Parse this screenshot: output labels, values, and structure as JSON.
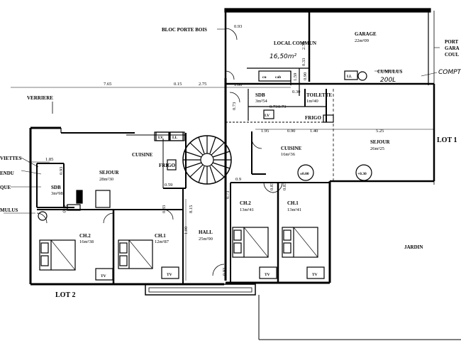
{
  "rooms": {
    "bloc_porte_bois": "BLOC PORTE BOIS",
    "local_commun": {
      "name": "LOCAL COMMUN",
      "handwritten_area": "16,50m²"
    },
    "garage": {
      "name": "GARAGE",
      "area": "22m²09"
    },
    "porte_garage_partial": [
      "PORT",
      "GARA",
      "COUL"
    ],
    "cumulus_right": {
      "name": "CUMULUS",
      "handwritten": "200L"
    },
    "compteur_partial": "COMPT",
    "verriere": "VERRIERE",
    "sdb_top": {
      "name": "SDB",
      "area": "3m²54"
    },
    "toilette": {
      "name": "TOILETTE",
      "area": "1m²40"
    },
    "frigo_right": "FRIGO",
    "cuisine_left": "CUISINE",
    "frigo_left": "FRIGO",
    "sejour_left": {
      "name": "SEJOUR",
      "area": "28m²30"
    },
    "sdb_left": {
      "name": "SDB",
      "area": "3m²98"
    },
    "cuisine_right": {
      "name": "CUISINE",
      "area": "16m²36"
    },
    "sejour_right": {
      "name": "SEJOUR",
      "area": "26m²25"
    },
    "lot1": "LOT 1",
    "lot2": "LOT 2",
    "ch2_left": {
      "name": "CH.2",
      "area": "16m²38"
    },
    "ch1_left": {
      "name": "CH.1",
      "area": "12m²87"
    },
    "hall": {
      "name": "HALL",
      "area": "25m²90"
    },
    "ch2_right": {
      "name": "CH.2",
      "area": "13m²41"
    },
    "ch1_right": {
      "name": "CH.1",
      "area": "13m²41"
    },
    "jardin": "JARDIN",
    "left_labels": [
      "VIETTES",
      "ENDU",
      "QUE",
      "MULUS"
    ]
  },
  "dimensions": {
    "d765": "7.65",
    "d015": "0.15",
    "d275": "2.75",
    "d100": "1.00",
    "d093_top": "0.93",
    "d278": "2.78",
    "d033": "0.33",
    "d159": "1.59",
    "d090_top": "0.90",
    "d073a": "0.73",
    "d030": "0.30",
    "d073b": "0.73",
    "d195": "1.95",
    "d090": "0.90",
    "d140": "1.40",
    "d525": "5.25",
    "d185": "1.85",
    "d093_left": "0.93",
    "d09": "0.9",
    "d083a": "0.83",
    "d083b": "0.83",
    "d815": "8.15",
    "d083c": "0.83",
    "d093_bottom": "0.93",
    "d075": "0.75",
    "d059": "0.59",
    "d100_hall": "1.00",
    "d073_sdb": "0.73",
    "d073_wall": "0.73"
  },
  "marks": {
    "tv": "TV",
    "lv": "LV",
    "ll": "LL",
    "cu": "cu",
    "level_plus": "+0.30",
    "level_zero": "±0.00",
    "cab": "cab"
  }
}
